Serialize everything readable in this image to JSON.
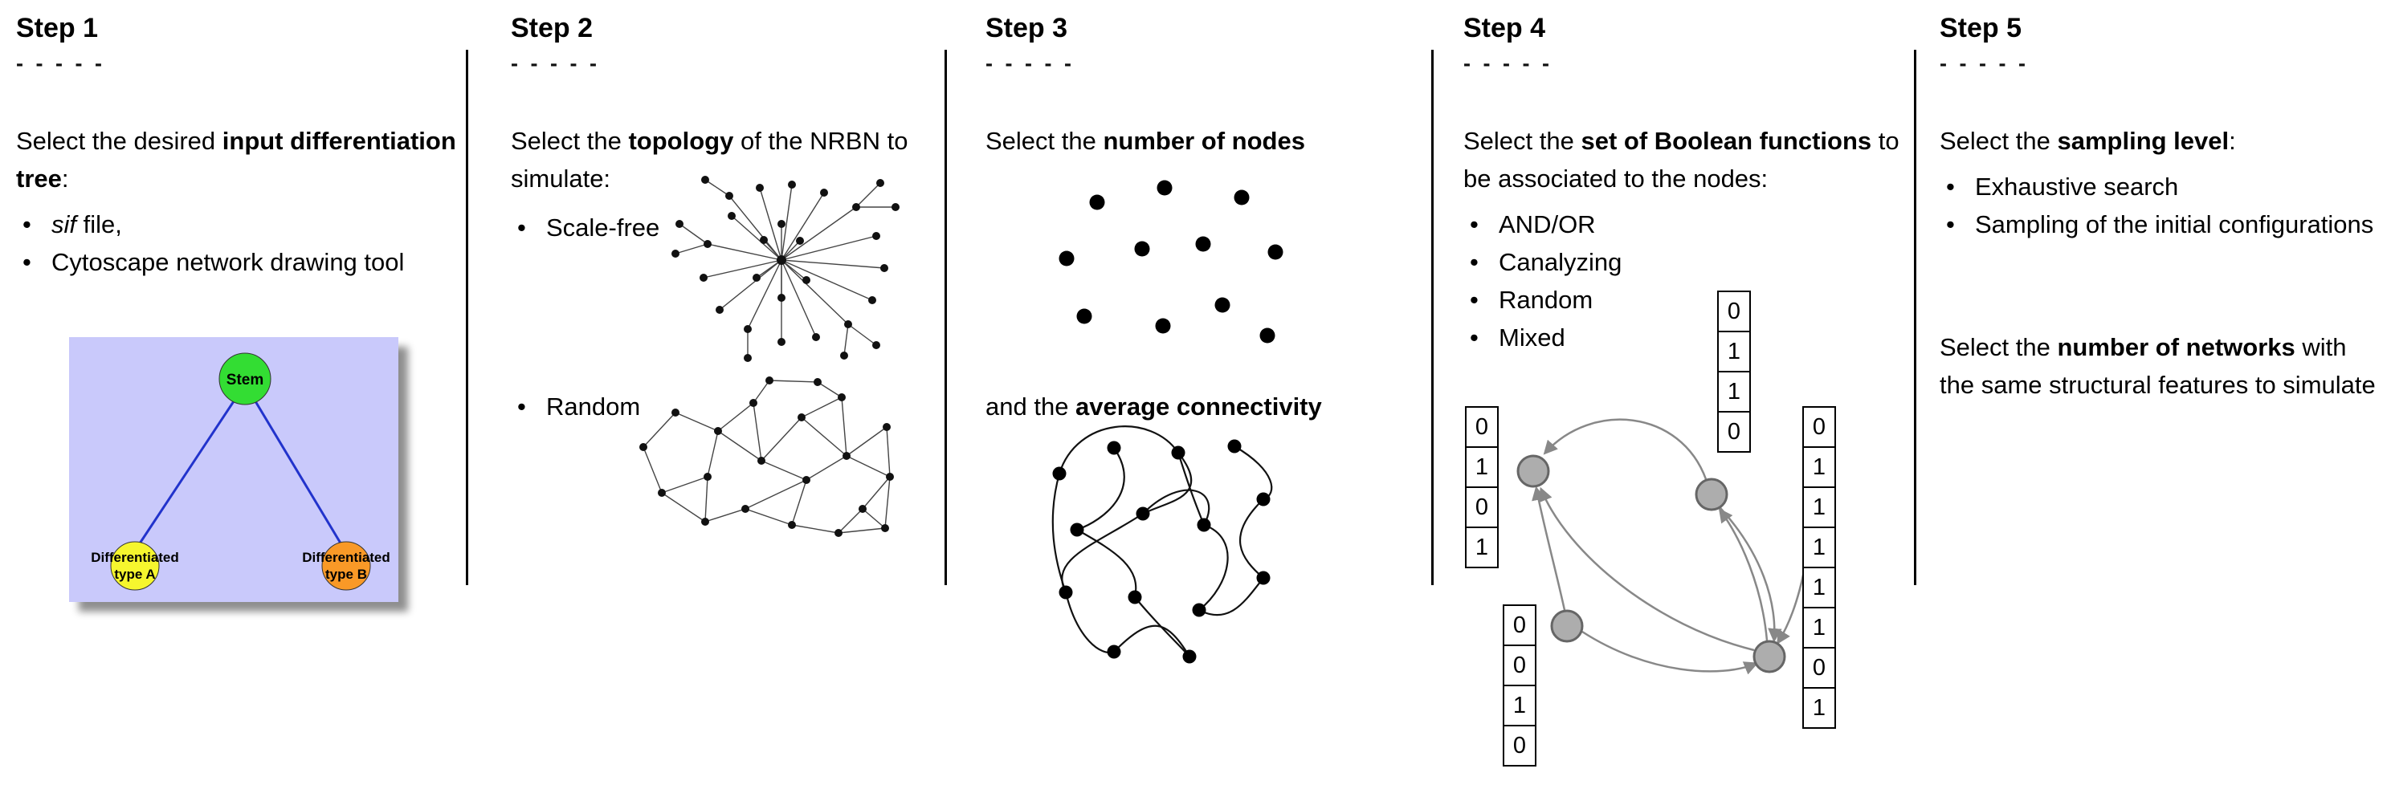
{
  "ui": {
    "bullet": "•"
  },
  "steps": [
    {
      "title": "Step 1",
      "dashes": "- - - - -",
      "intro": {
        "pre": "Select the desired ",
        "bold": "input differentiation tree",
        "post": ":"
      },
      "bullet1": {
        "italic": "sif",
        "rest": " file,"
      },
      "bullet2": "Cytoscape network drawing tool",
      "tree": {
        "stem_label": "Stem",
        "type_a_line1": "Differentiated",
        "type_a_line2": "type A",
        "type_b_line1": "Differentiated",
        "type_b_line2": "type B",
        "colors": {
          "background": "#c9c9fb",
          "stem": "#33dd33",
          "type_a": "#f6f62e",
          "type_b": "#f99927",
          "edge": "#2233cc"
        }
      }
    },
    {
      "title": "Step 2",
      "dashes": "- - - - -",
      "intro": {
        "pre": "Select the ",
        "bold": "topology",
        "post": " of the NRBN to simulate:"
      },
      "bullets": [
        "Scale-free",
        "Random"
      ]
    },
    {
      "title": "Step 3",
      "dashes": "- - - - -",
      "line1": {
        "pre": "Select the ",
        "bold": "number of nodes"
      },
      "line2": {
        "pre": "and the ",
        "bold": "average connectivity"
      }
    },
    {
      "title": "Step 4",
      "dashes": "- - - - -",
      "intro": {
        "pre": "Select the ",
        "bold": "set of Boolean functions",
        "post": " to be associated to the nodes:"
      },
      "bullets": [
        "AND/OR",
        "Canalyzing",
        "Random",
        "Mixed"
      ],
      "node_color": "#adadad",
      "arrow_color": "#888888",
      "tables": {
        "top": [
          "0",
          "1",
          "1",
          "0"
        ],
        "left": [
          "0",
          "1",
          "0",
          "1"
        ],
        "bottom_left": [
          "0",
          "0",
          "1",
          "0"
        ],
        "right": [
          "0",
          "1",
          "1",
          "1",
          "1",
          "1",
          "0",
          "1"
        ]
      }
    },
    {
      "title": "Step 5",
      "dashes": "- - - - -",
      "line1": {
        "pre": "Select the ",
        "bold": "sampling level",
        "post": ":"
      },
      "bullets": [
        "Exhaustive search",
        "Sampling of the initial configurations"
      ],
      "para2": {
        "pre": "Select the ",
        "bold": "number of networks",
        "post": " with the same structural features to simulate"
      }
    }
  ]
}
